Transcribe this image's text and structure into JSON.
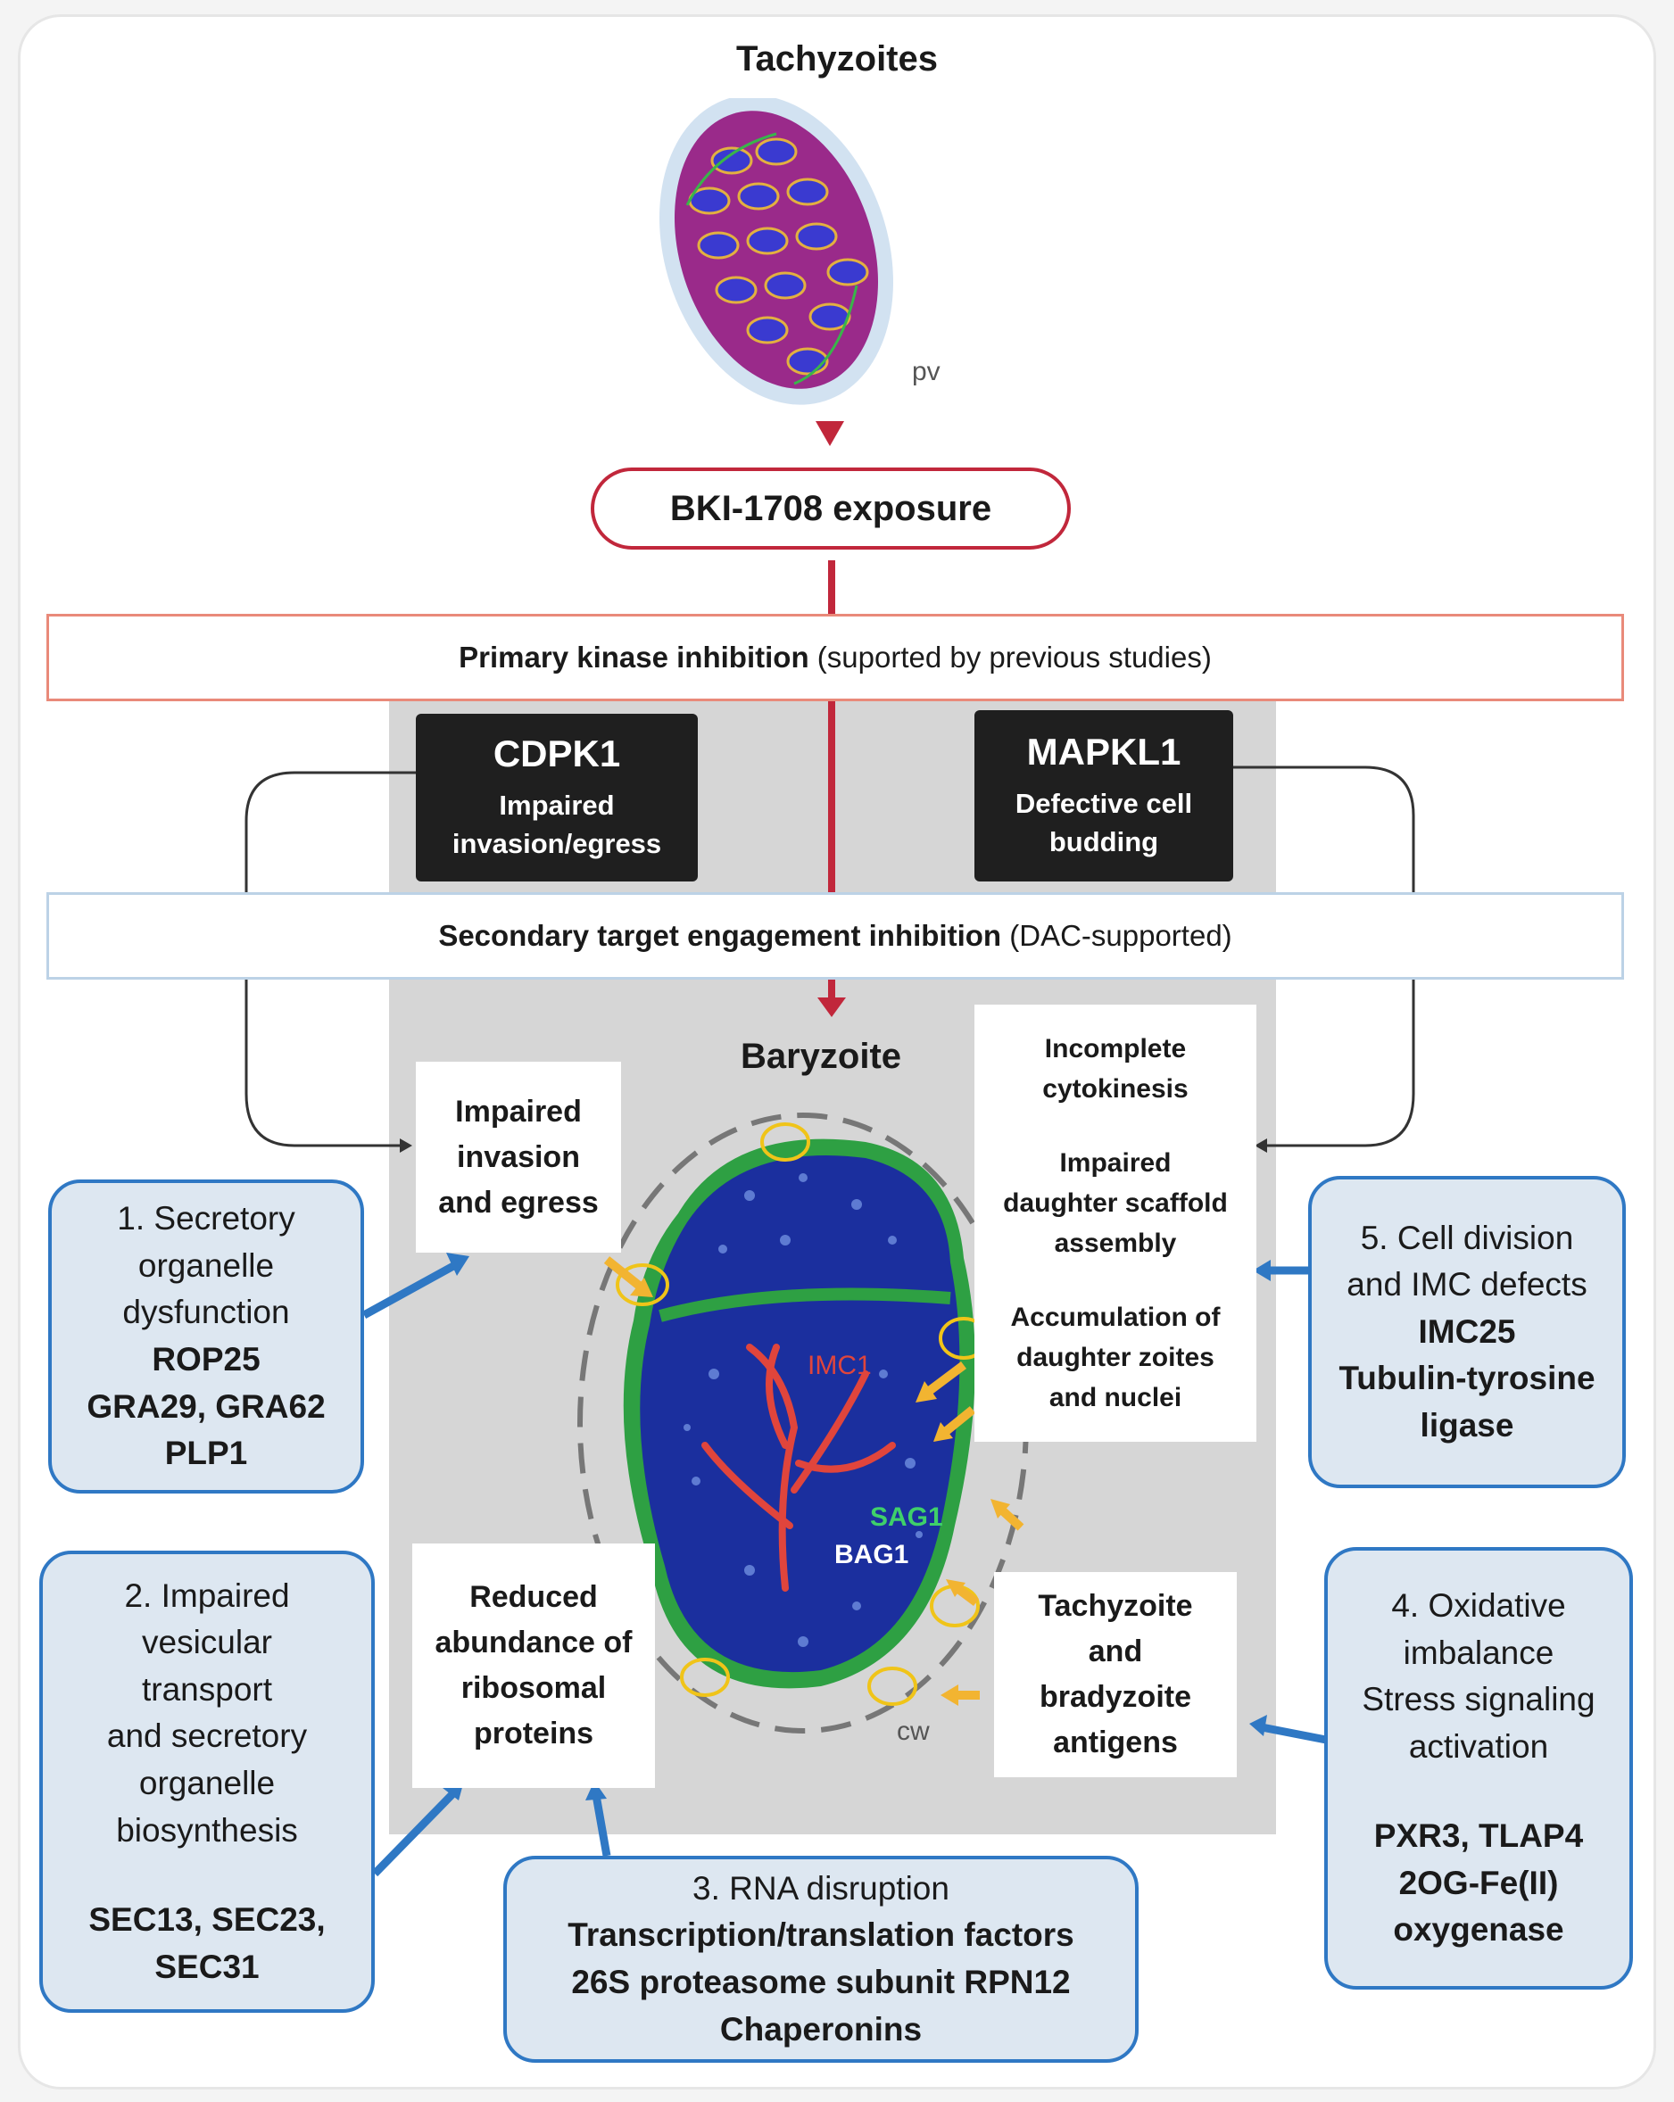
{
  "top": {
    "title": "Tachyzoites",
    "pv_label": "pv"
  },
  "exposure": "BKI-1708 exposure",
  "primary": {
    "bold": "Primary kinase inhibition",
    "rest": " (suported by previous studies)"
  },
  "cdpk1": {
    "name": "CDPK1",
    "line1": "Impaired",
    "line2": "invasion/egress"
  },
  "mapkl1": {
    "name": "MAPKL1",
    "line1": "Defective cell",
    "line2": "budding"
  },
  "secondary": {
    "bold": "Secondary target engagement inhibition",
    "rest": " (DAC-supported)"
  },
  "baryzoite": {
    "title": "Baryzoite",
    "imc1": "IMC1",
    "sag1": "SAG1",
    "bag1": "BAG1",
    "cw": "cw"
  },
  "effects": {
    "invasion": [
      "Impaired",
      "invasion",
      "and egress"
    ],
    "ribosomal": [
      "Reduced",
      "abundance of",
      "ribosomal",
      "proteins"
    ],
    "cytokinesis": [
      "Incomplete",
      "cytokinesis"
    ],
    "scaffold": [
      "Impaired",
      "daughter scaffold",
      "assembly"
    ],
    "accumulation": [
      "Accumulation of",
      "daughter zoites",
      "and nuclei"
    ],
    "antigens": [
      "Tachyzoite",
      "and",
      "bradyzoite",
      "antigens"
    ]
  },
  "box1": {
    "lines": [
      "1. Secretory",
      "organelle",
      "dysfunction"
    ],
    "genes": [
      "ROP25",
      "GRA29, GRA62",
      "PLP1"
    ]
  },
  "box2": {
    "lines": [
      "2. Impaired",
      "vesicular",
      "transport",
      "and secretory",
      "organelle",
      "biosynthesis"
    ],
    "genes": [
      "SEC13, SEC23,",
      "SEC31"
    ]
  },
  "box3": {
    "line": "3. RNA disruption",
    "genes": [
      "Transcription/translation factors",
      "26S proteasome subunit RPN12",
      "Chaperonins"
    ]
  },
  "box4": {
    "lines": [
      "4. Oxidative",
      "imbalance",
      "Stress signaling",
      "activation"
    ],
    "genes": [
      "PXR3, TLAP4",
      "2OG-Fe(II)",
      "oxygenase"
    ]
  },
  "box5": {
    "lines": [
      "5. Cell division",
      "and IMC defects"
    ],
    "genes": [
      "IMC25",
      "Tubulin-tyrosine",
      "ligase"
    ]
  },
  "colors": {
    "red": "#c1273b",
    "blue_arrow": "#2f78c4",
    "yellow_arrow": "#f2b431",
    "box_fill": "#dde7f1"
  }
}
